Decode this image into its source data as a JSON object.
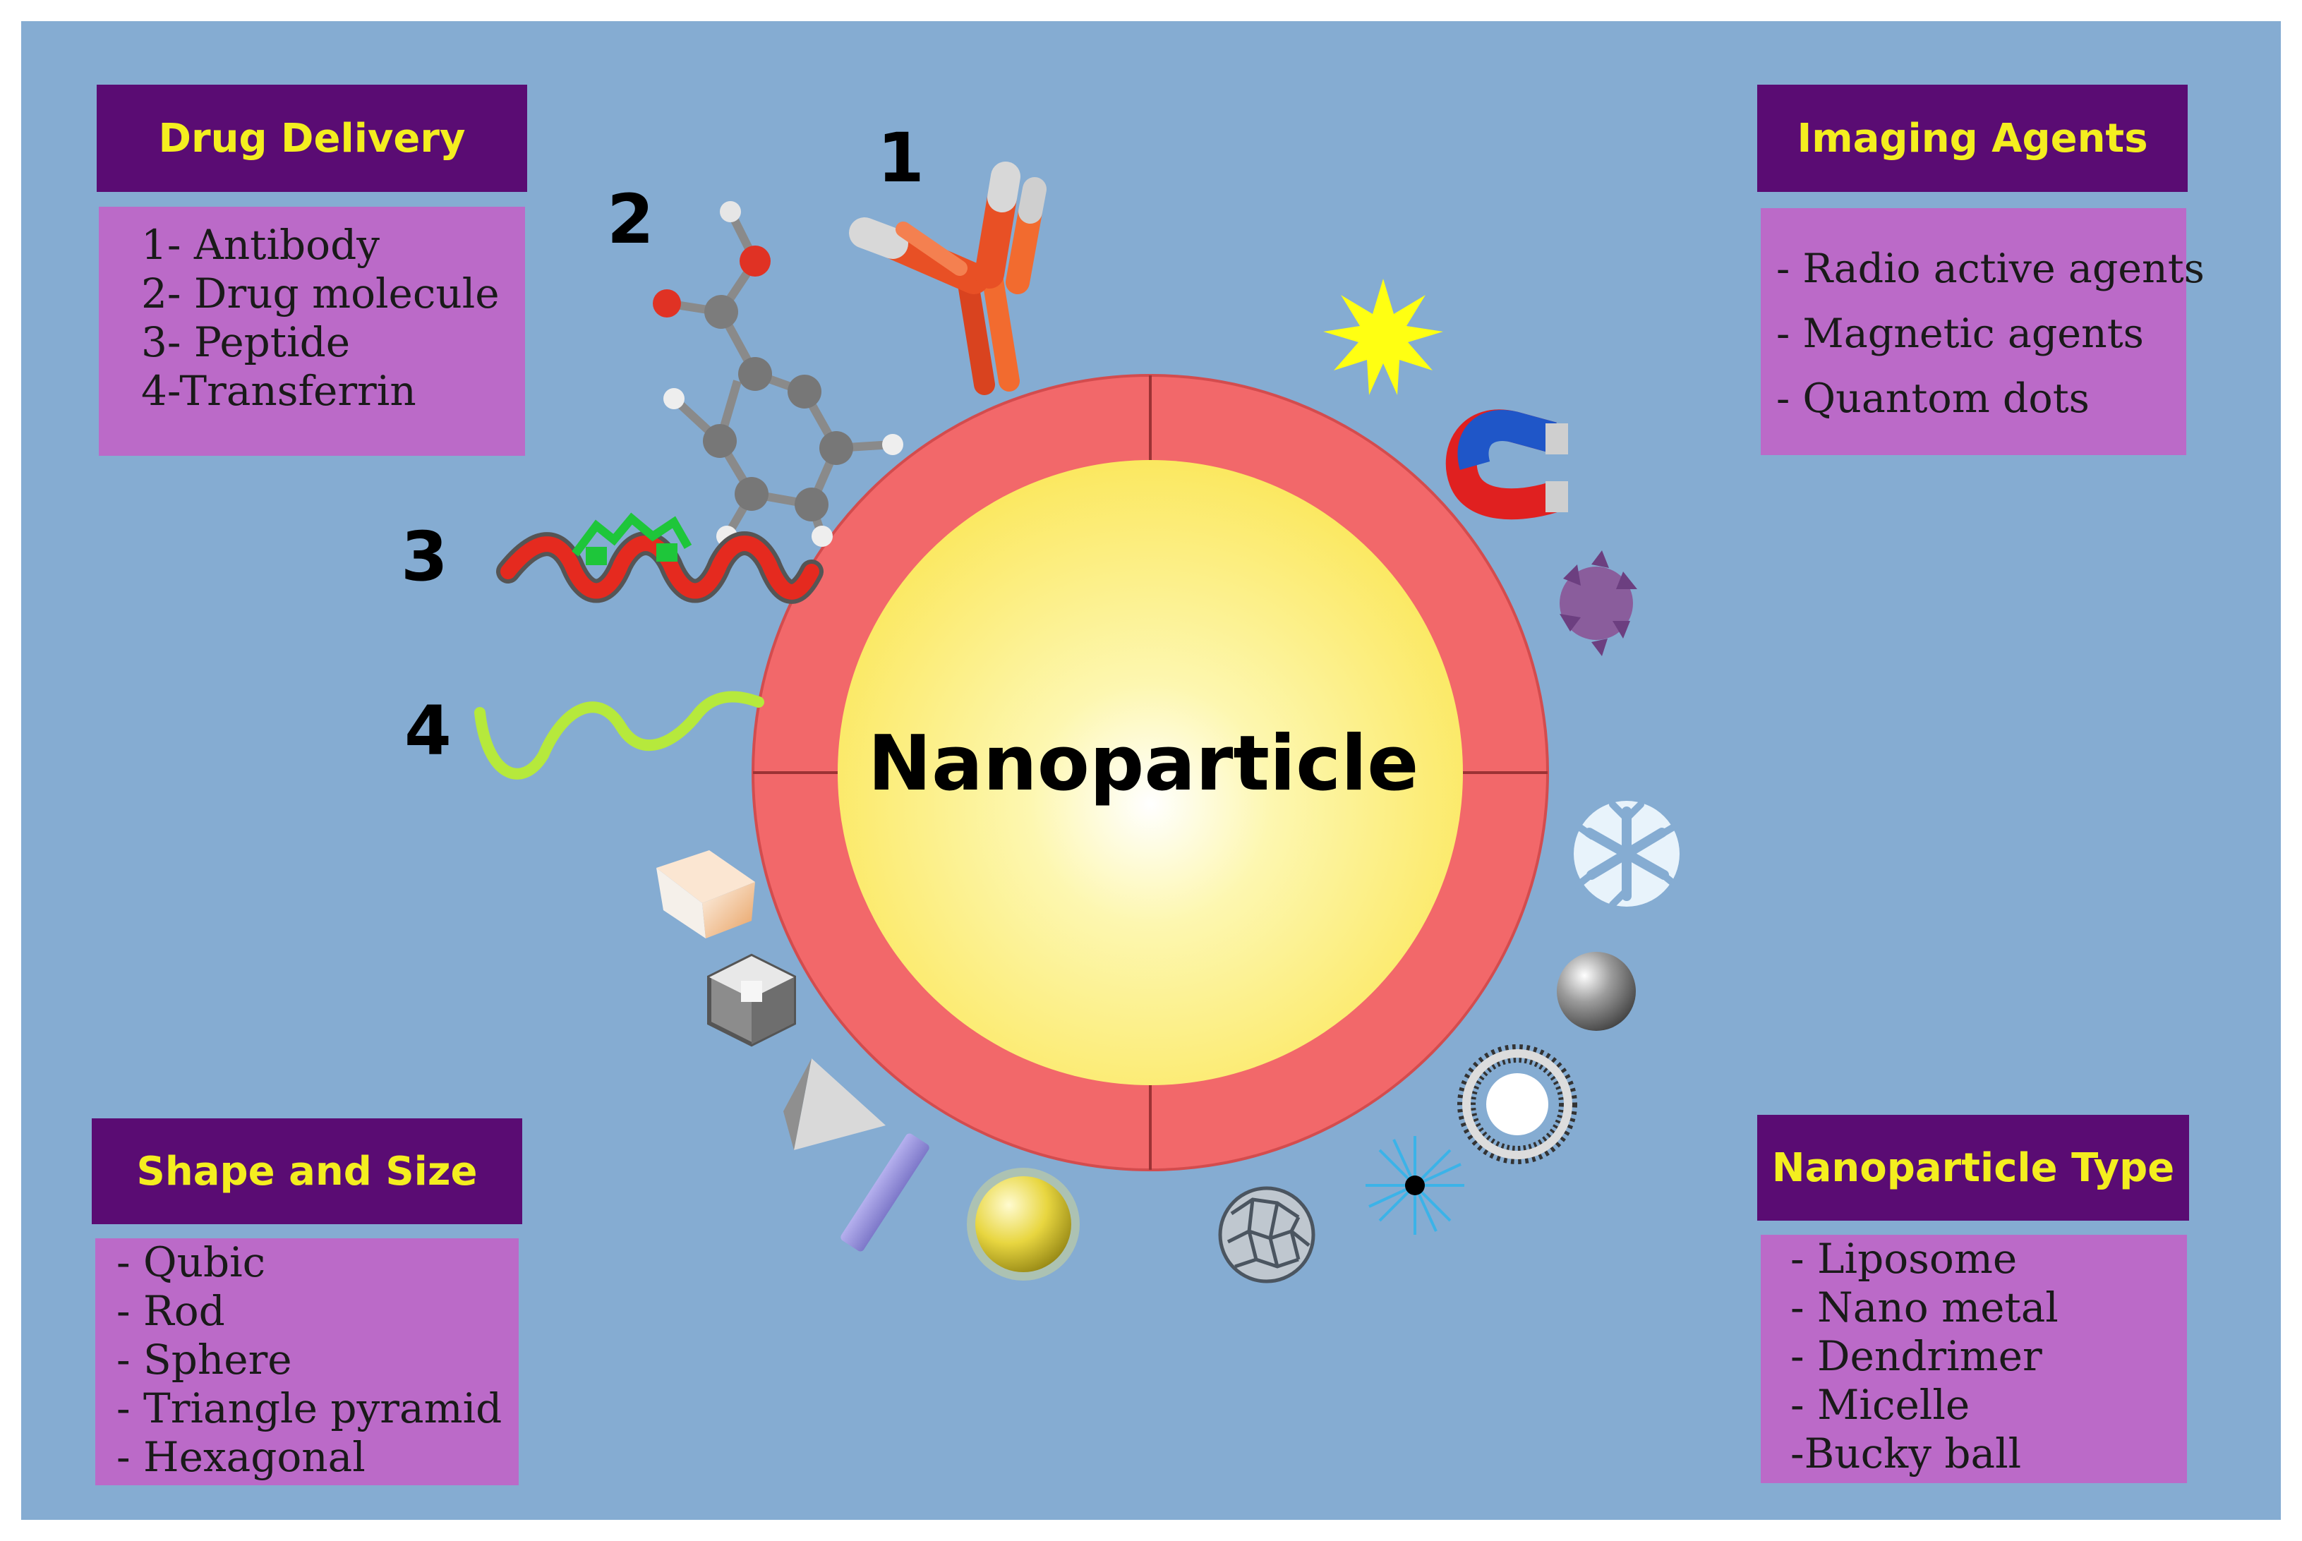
{
  "center_label": "Nanoparticle",
  "numbers": [
    "1",
    "2",
    "3",
    "4"
  ],
  "drug_delivery": {
    "title": "Drug Delivery",
    "items": [
      "1- Antibody",
      "2- Drug molecule",
      "3- Peptide",
      "4-Transferrin"
    ]
  },
  "imaging_agents": {
    "title": "Imaging  Agents",
    "items": [
      "- Radio active agents",
      "- Magnetic agents",
      "- Quantom dots"
    ]
  },
  "shape_size": {
    "title": "Shape and Size",
    "items": [
      "- Qubic",
      "- Rod",
      "- Sphere",
      "- Triangle pyramid",
      "- Hexagonal"
    ]
  },
  "np_type": {
    "title": "Nanoparticle Type",
    "items": [
      "- Liposome",
      "- Nano metal",
      "- Dendrimer",
      "- Micelle",
      "-Bucky ball"
    ]
  },
  "colors": {
    "background": "#85acd2",
    "title_box": "#5a0c73",
    "title_text": "#f4ee1f",
    "list_box": "#bb6ac8",
    "ring": "#f2686a",
    "core": "#fdf27a"
  }
}
